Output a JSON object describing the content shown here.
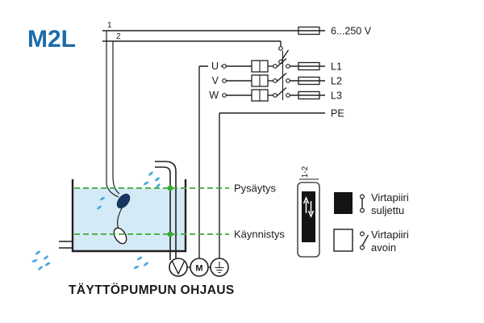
{
  "title": "M2L",
  "caption": "TÄYTTÖPUMPUN OHJAUS",
  "power": {
    "line1": "1",
    "line2": "2",
    "voltage": "6...250 V",
    "phases": [
      "U",
      "V",
      "W"
    ],
    "outputs": [
      "L1",
      "L2",
      "L3",
      "PE"
    ]
  },
  "levels": {
    "stop": "Pysäytys",
    "start": "Käynnistys"
  },
  "motor_label": "M",
  "legend": {
    "switch_label": "1-2",
    "closed": [
      "Virtapiiri",
      "suljettu"
    ],
    "open": [
      "Virtapiiri",
      "avoin"
    ]
  },
  "colors": {
    "accent": "#1d6ba8",
    "line": "#231f20",
    "water": "#d5eaf7",
    "green": "#3aaa35",
    "drop": "#4aa8db",
    "float": "#16355f"
  }
}
